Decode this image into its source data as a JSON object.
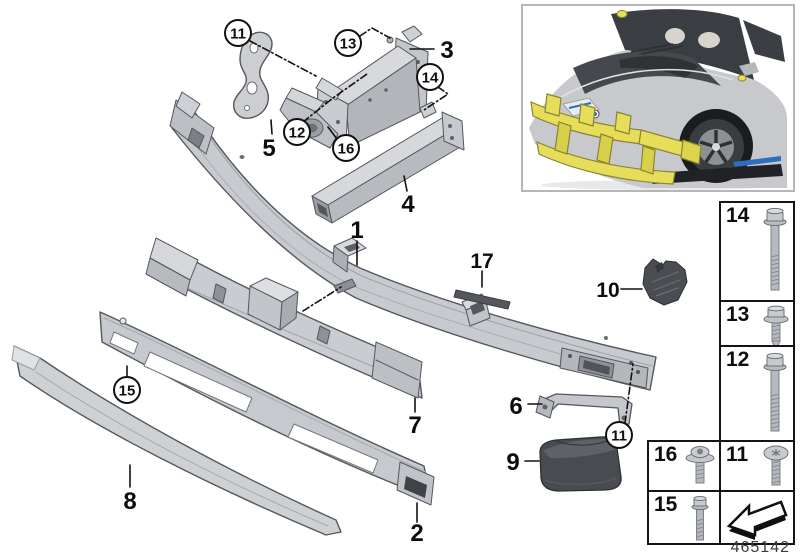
{
  "drawing_number": "465142",
  "diagram": {
    "circled_callouts": [
      {
        "label": "11"
      },
      {
        "label": "13"
      },
      {
        "label": "14"
      },
      {
        "label": "12"
      },
      {
        "label": "16"
      },
      {
        "label": "15"
      },
      {
        "label": "11"
      }
    ],
    "part_labels": [
      {
        "label": "3"
      },
      {
        "label": "5"
      },
      {
        "label": "4"
      },
      {
        "label": "1"
      },
      {
        "label": "17"
      },
      {
        "label": "10"
      },
      {
        "label": "7"
      },
      {
        "label": "6"
      },
      {
        "label": "9"
      },
      {
        "label": "8"
      },
      {
        "label": "2"
      }
    ]
  },
  "legend": {
    "cells": [
      {
        "label": "14",
        "icon": "long-hex-bolt-icon"
      },
      {
        "label": "13",
        "icon": "flange-hex-bolt-icon"
      },
      {
        "label": "12",
        "icon": "long-hex-bolt-icon"
      },
      {
        "label": "16",
        "icon": "washer-head-screw-icon"
      },
      {
        "label": "11",
        "icon": "pan-head-screw-icon"
      },
      {
        "label": "15",
        "icon": "small-hex-bolt-icon"
      },
      {
        "label": "",
        "icon": "direction-arrow-icon"
      }
    ]
  },
  "vehicle_thumbnail": {
    "description": "BMW i8 front view with highlighted bumper support"
  },
  "colors": {
    "part_gray": "#c7cace",
    "dark_part": "#474a4e",
    "highlight_yellow": "#e6dd5b",
    "outline": "#54575c",
    "callout": "#111111"
  }
}
